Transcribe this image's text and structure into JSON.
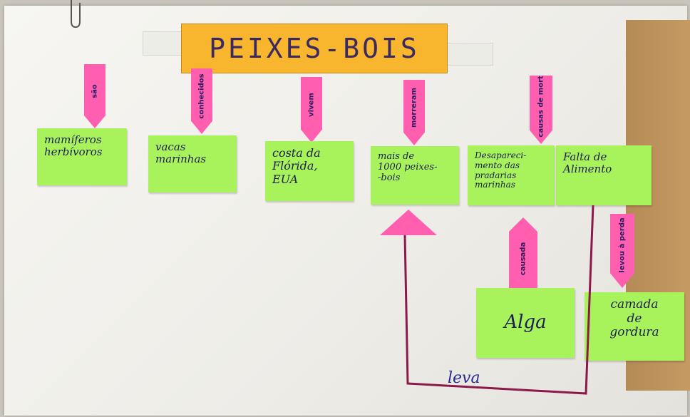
{
  "title": "PEIXES-BOIS",
  "concepts": [
    {
      "link": "são",
      "lines": [
        "mamíferos",
        "herbívoros"
      ]
    },
    {
      "link": "conhecidos",
      "lines": [
        "vacas",
        "marinhas"
      ]
    },
    {
      "link": "vivem",
      "lines": [
        "costa da",
        "Flórida,",
        "EUA"
      ]
    },
    {
      "link": "morreram",
      "lines": [
        "mais de",
        "1000 peixes-",
        "-bois"
      ]
    },
    {
      "link": "causas de morte",
      "lines": [
        "Desapareci-",
        "mento das",
        "pradarias",
        "marinhas"
      ]
    },
    {
      "link": "",
      "lines": [
        "Falta de",
        "Alimento"
      ]
    }
  ],
  "sub_concepts": [
    {
      "link": "causada",
      "lines": [
        "Alga"
      ]
    },
    {
      "link": "levou à perda",
      "lines": [
        "camada",
        "de",
        "gordura"
      ]
    }
  ],
  "loop_label": "leva",
  "colors": {
    "note": "#a8f25c",
    "tag": "#ff5fae",
    "title": "#f8b52e",
    "ink": "#8b1a4a"
  }
}
